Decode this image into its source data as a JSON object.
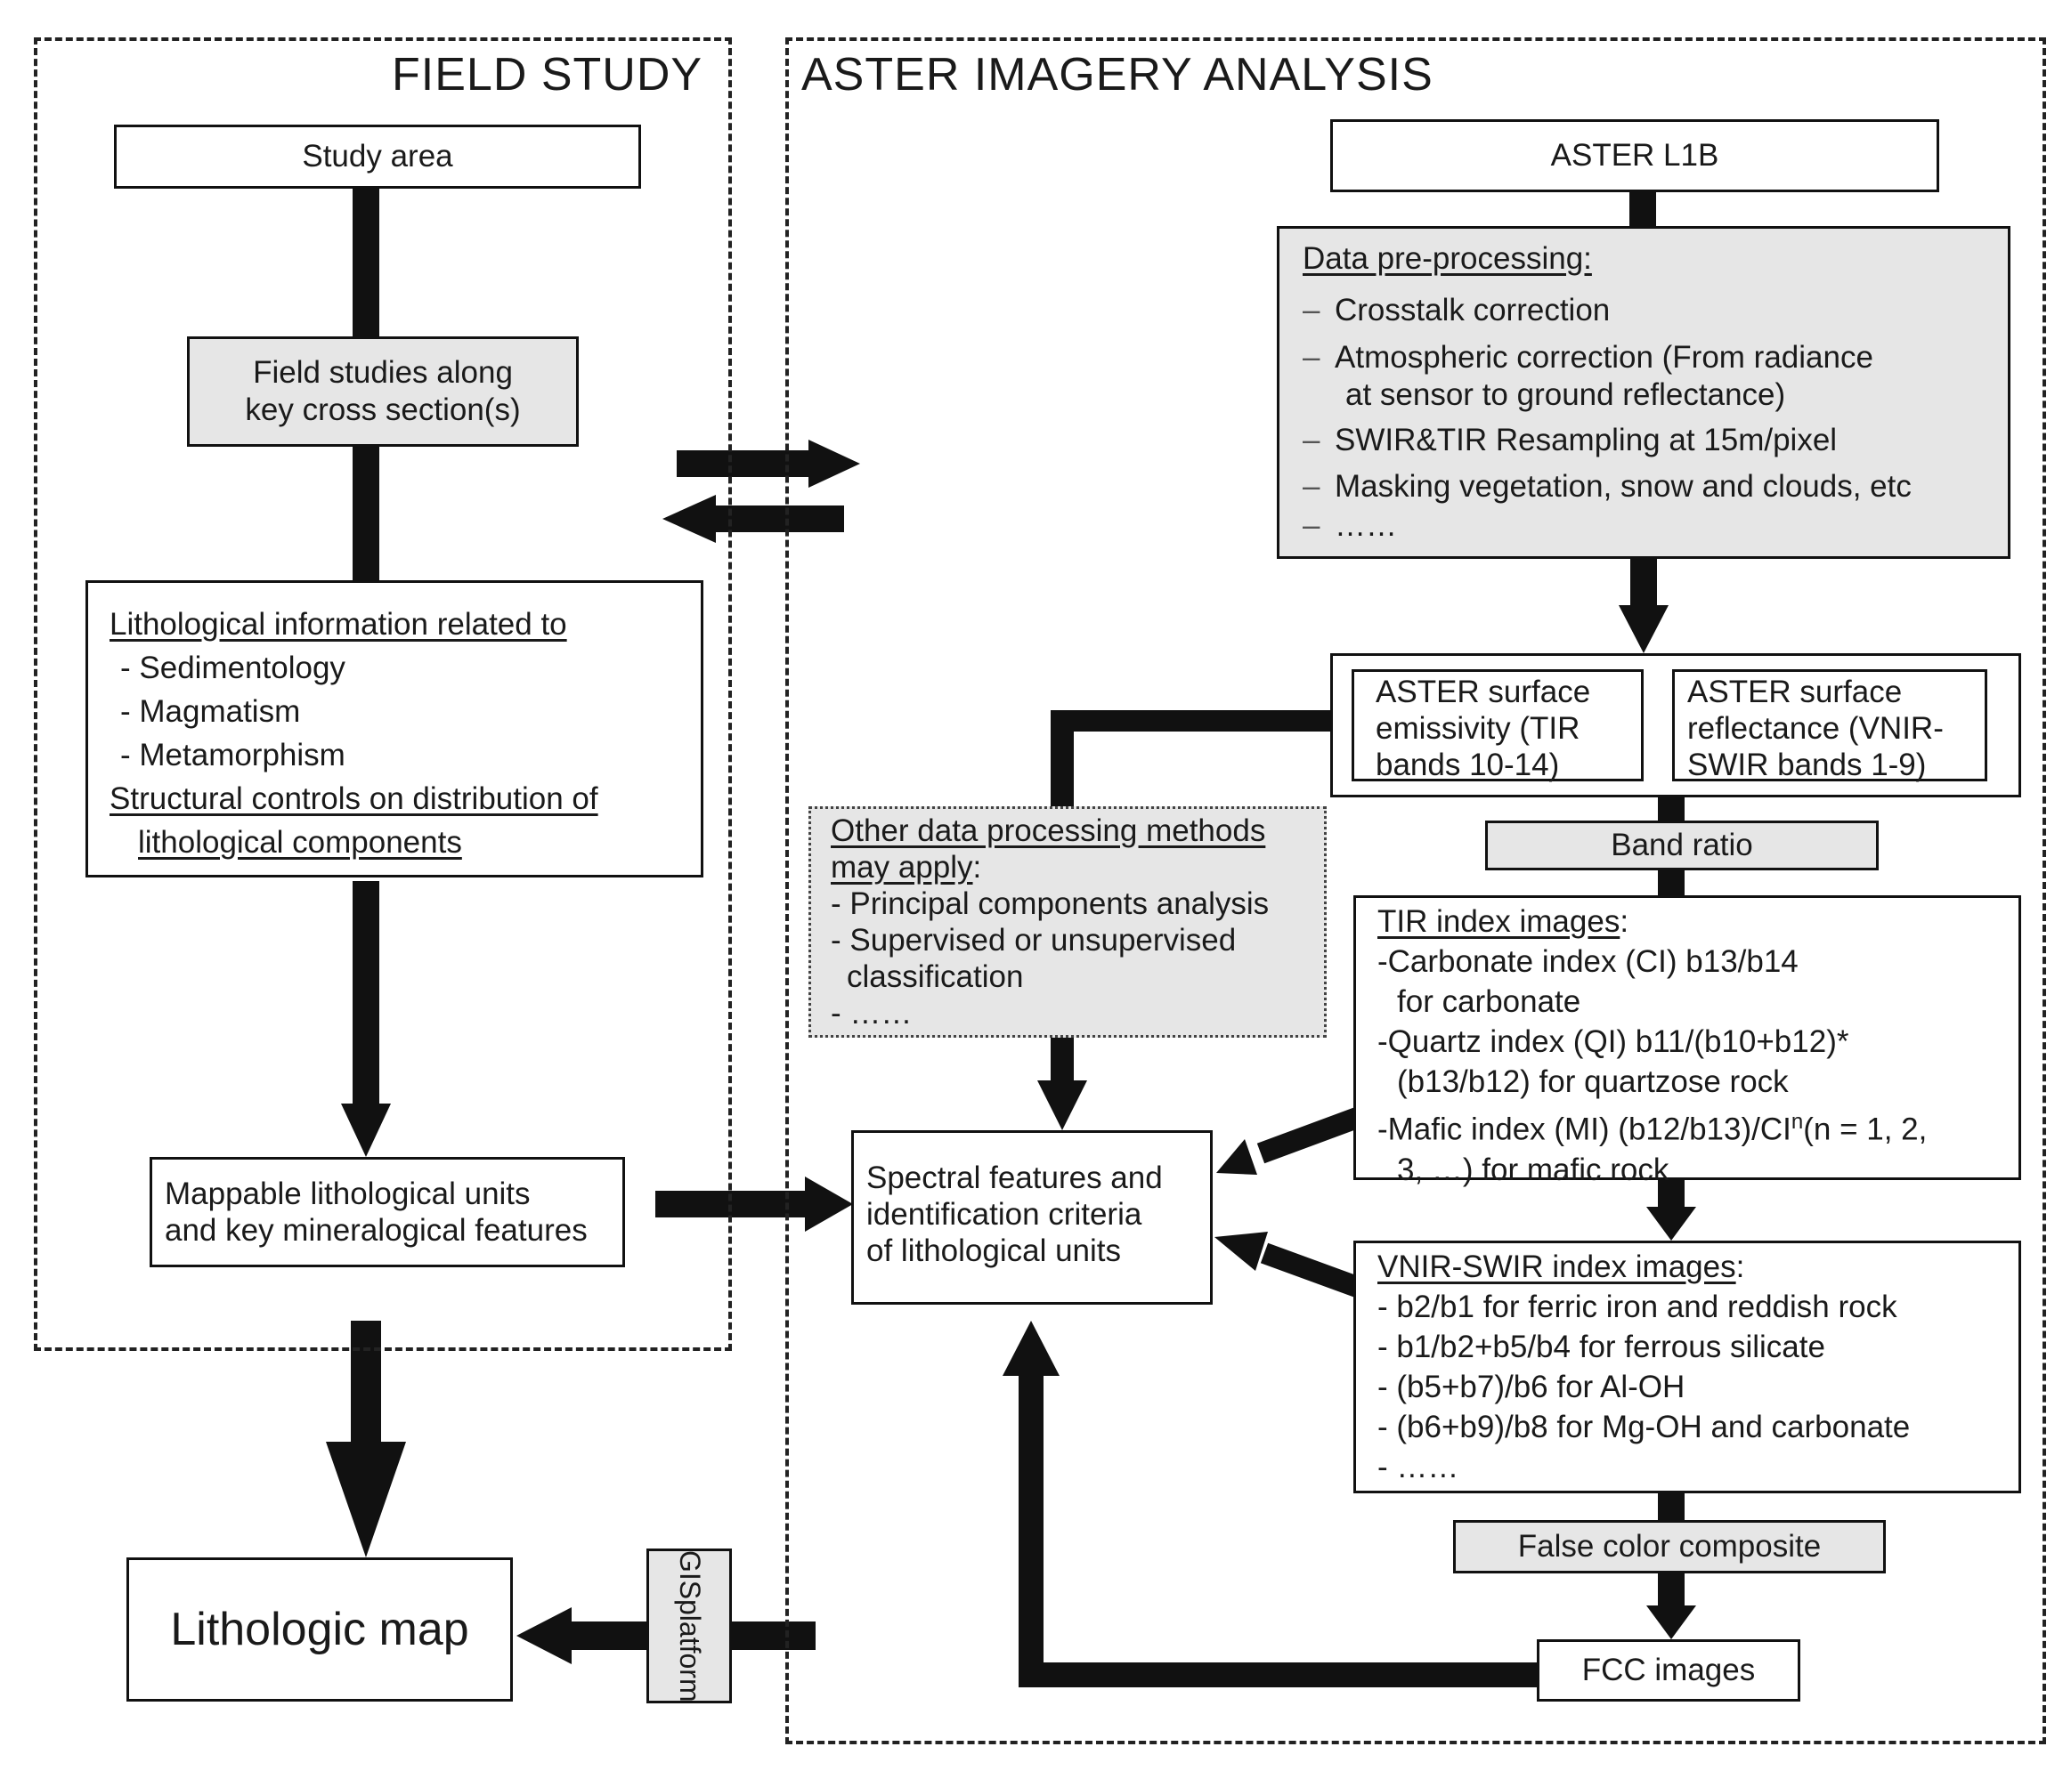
{
  "panels": {
    "field_title": "FIELD STUDY",
    "aster_title": "ASTER IMAGERY ANALYSIS"
  },
  "study_area": "Study area",
  "field_studies": {
    "line1": "Field studies along",
    "line2": "key cross section(s)"
  },
  "litho_info": {
    "heading": "Lithological information related to",
    "items": [
      "- Sedimentology",
      "- Magmatism",
      "- Metamorphism"
    ],
    "structural_line1": "Structural controls on distribution of",
    "structural_line2": "lithological components"
  },
  "mappable": {
    "line1": "Mappable lithological units",
    "line2": "and key mineralogical features"
  },
  "lithologic_map": "Lithologic map",
  "gis_platform": {
    "line1": "GIS",
    "line2": "platform"
  },
  "aster_l1b": "ASTER L1B",
  "preprocessing": {
    "heading": "Data pre-processing:",
    "dash": "–",
    "crosstalk": "Crosstalk correction",
    "atmos_line1": "Atmospheric correction (From  radiance",
    "atmos_line2": "at sensor to ground reflectance)",
    "resampling": "SWIR&TIR  Resampling at 15m/pixel",
    "masking": "Masking vegetation, snow and clouds, etc",
    "more": "……"
  },
  "emissivity": {
    "line1": "ASTER surface",
    "line2": "emissivity (TIR",
    "line3": "bands 10-14)"
  },
  "reflectance": {
    "line1": "ASTER surface",
    "line2": "reflectance (VNIR-",
    "line3": "SWIR bands 1-9)"
  },
  "band_ratio": "Band ratio",
  "other_methods": {
    "heading1": "Other data processing methods",
    "heading2": "may apply",
    "colon": ":",
    "pca": "- Principal components  analysis",
    "supervised1": "- Supervised or unsupervised",
    "supervised2": "classification",
    "more": "- ……"
  },
  "tir_index": {
    "heading": "TIR index images",
    "colon": ":",
    "ci_line1": "-Carbonate index (CI) b13/b14",
    "ci_line2": "for carbonate",
    "qi_line1": "-Quartz index (QI) b11/(b10+b12)*",
    "qi_line2": "(b13/b12) for quartzose rock",
    "mi_line1_a": "-Mafic index (MI) (b12/b13)/CI",
    "mi_line1_sup": "n",
    "mi_line1_b": "(n = 1, 2,",
    "mi_line2": "3, …) for mafic rock"
  },
  "spectral": {
    "line1": "Spectral features and",
    "line2": "identification criteria",
    "line3": "of lithological units"
  },
  "vnir_index": {
    "heading": "VNIR-SWIR index images",
    "colon": ":",
    "ferric": "- b2/b1 for ferric iron and reddish rock",
    "ferrous": "- b1/b2+b5/b4 for ferrous silicate",
    "aloh": "- (b5+b7)/b6 for Al-OH",
    "mgoh": "- (b6+b9)/b8 for Mg-OH and carbonate",
    "more": "- ……"
  },
  "fcc_composite": "False color composite",
  "fcc_images": "FCC images"
}
